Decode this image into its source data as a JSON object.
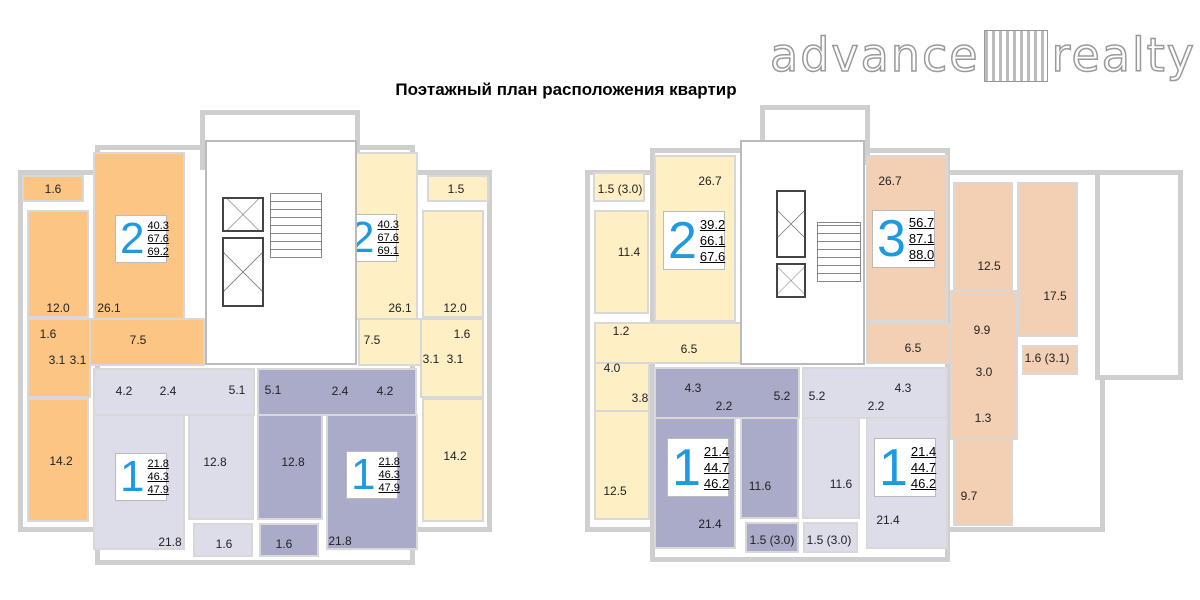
{
  "title": "Поэтажный план расположения квартир",
  "logo": {
    "left": "advance",
    "right": "realty"
  },
  "colors": {
    "orange": "#fcc583",
    "yellow": "#fef0c4",
    "lavender_light": "#dcdde9",
    "lavender_dark": "#a9abc9",
    "peach": "#f3d0b3",
    "badge_number": "#1e9be0"
  },
  "left_plan": {
    "apt_orange": {
      "badge": {
        "rooms": "2",
        "living": "40.3",
        "total": "67.6",
        "total_with_balcony": "69.2"
      },
      "labels": [
        "1.6",
        "12.0",
        "26.1",
        "7.5",
        "1.6",
        "3.1",
        "3.1",
        "14.2"
      ]
    },
    "apt_yellow": {
      "badge": {
        "rooms": "2",
        "living": "40.3",
        "total": "67.6",
        "total_with_balcony": "69.1"
      },
      "labels": [
        "1.5",
        "12.0",
        "26.1",
        "7.5",
        "1.6",
        "3.1",
        "3.1",
        "14.2"
      ]
    },
    "apt_light": {
      "badge": {
        "rooms": "1",
        "living": "21.8",
        "total": "46.3",
        "total_with_balcony": "47.9"
      },
      "labels": [
        "4.2",
        "2.4",
        "5.1",
        "21.8",
        "12.8",
        "1.6"
      ]
    },
    "apt_dark": {
      "badge": {
        "rooms": "1",
        "living": "21.8",
        "total": "46.3",
        "total_with_balcony": "47.9"
      },
      "labels": [
        "5.1",
        "2.4",
        "4.2",
        "12.8",
        "1.6",
        "21.8"
      ]
    }
  },
  "right_plan": {
    "apt_yellow": {
      "badge": {
        "rooms": "2",
        "living": "39.2",
        "total": "66.1",
        "total_with_balcony": "67.6"
      },
      "labels": [
        "1.5 (3.0)",
        "11.4",
        "26.7",
        "6.5",
        "1.2",
        "4.0",
        "3.8",
        "12.5"
      ]
    },
    "apt_dark": {
      "badge": {
        "rooms": "1",
        "living": "21.4",
        "total": "44.7",
        "total_with_balcony": "46.2"
      },
      "labels": [
        "4.3",
        "2.2",
        "5.2",
        "21.4",
        "11.6",
        "1.5 (3.0)"
      ]
    },
    "apt_light": {
      "badge": {
        "rooms": "1",
        "living": "21.4",
        "total": "44.7",
        "total_with_balcony": "46.2"
      },
      "labels": [
        "5.2",
        "2.2",
        "4.3",
        "11.6",
        "1.5 (3.0)",
        "21.4"
      ]
    },
    "apt_peach": {
      "badge": {
        "rooms": "3",
        "living": "56.7",
        "total": "87.1",
        "total_with_balcony": "88.0"
      },
      "labels": [
        "26.7",
        "6.5",
        "12.5",
        "17.5",
        "9.9",
        "1.6 (3.1)",
        "3.0",
        "1.3",
        "9.7"
      ]
    }
  }
}
